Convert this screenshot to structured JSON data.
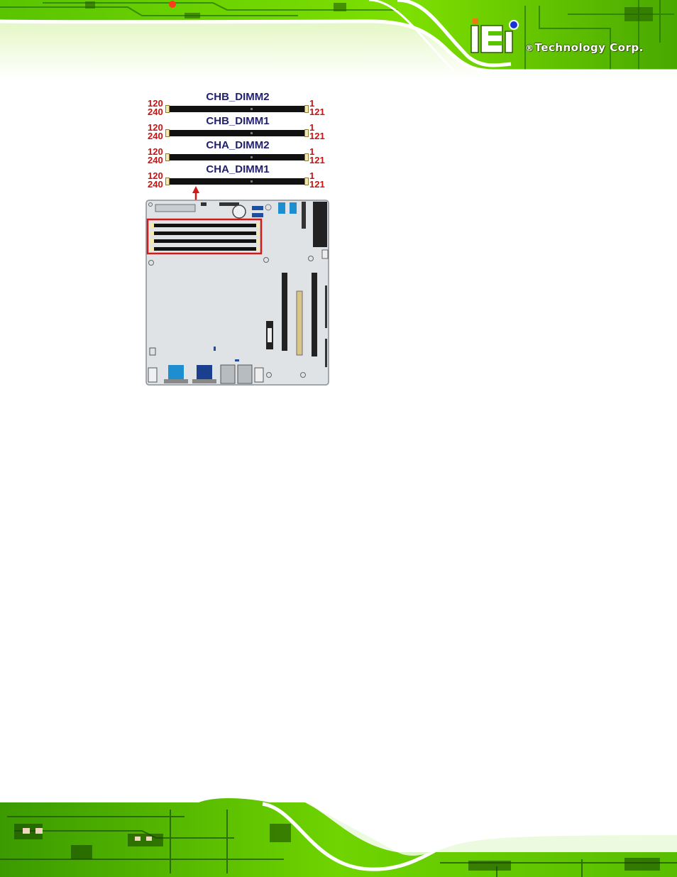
{
  "brand": {
    "reg_mark": "®",
    "name": "Technology Corp.",
    "logo_letters": "iEi",
    "accent_green": "#6fd400",
    "logo_dot_blue": "#1533d6",
    "logo_orange": "#f07a12"
  },
  "figure": {
    "slots": [
      {
        "name": "CHB_DIMM2",
        "pin_left_top": "120",
        "pin_left_bottom": "240",
        "pin_right_top": "1",
        "pin_right_bottom": "121"
      },
      {
        "name": "CHB_DIMM1",
        "pin_left_top": "120",
        "pin_left_bottom": "240",
        "pin_right_top": "1",
        "pin_right_bottom": "121"
      },
      {
        "name": "CHA_DIMM2",
        "pin_left_top": "120",
        "pin_left_bottom": "240",
        "pin_right_top": "1",
        "pin_right_bottom": "121"
      },
      {
        "name": "CHA_DIMM1",
        "pin_left_top": "120",
        "pin_left_bottom": "240",
        "pin_right_top": "1",
        "pin_right_bottom": "121"
      }
    ],
    "colors": {
      "label_blue": "#1f1f6e",
      "pin_red": "#cc1111",
      "highlight_red": "#d11a1a",
      "board_gray": "#dfe3e6",
      "port_blue": "#1d8fd0",
      "vga_blue": "#1b3f8f"
    }
  }
}
